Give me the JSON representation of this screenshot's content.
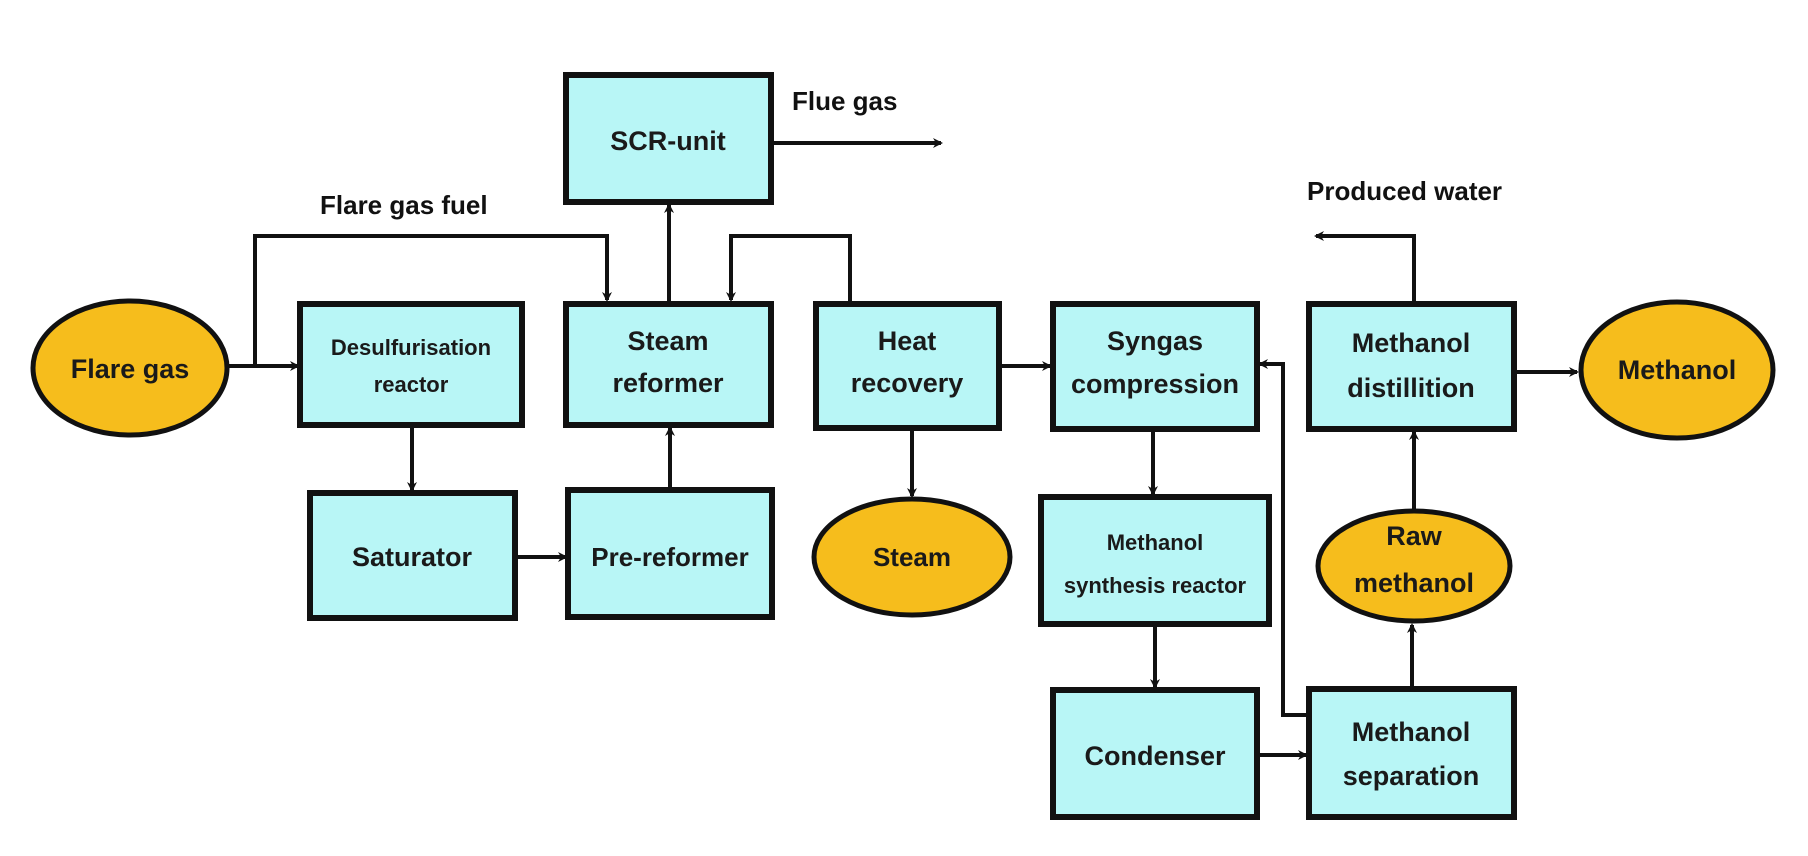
{
  "nodes": {
    "flare_gas": {
      "lines": [
        "Flare gas"
      ],
      "shape": "ellipse"
    },
    "desulfurisation": {
      "lines": [
        "Desulfurisation",
        "reactor"
      ],
      "shape": "box"
    },
    "scr_unit": {
      "lines": [
        "SCR-unit"
      ],
      "shape": "box"
    },
    "steam_reformer": {
      "lines": [
        "Steam",
        "reformer"
      ],
      "shape": "box"
    },
    "saturator": {
      "lines": [
        "Saturator"
      ],
      "shape": "box"
    },
    "pre_reformer": {
      "lines": [
        "Pre-reformer"
      ],
      "shape": "box"
    },
    "heat_recovery": {
      "lines": [
        "Heat",
        "recovery"
      ],
      "shape": "box"
    },
    "steam": {
      "lines": [
        "Steam"
      ],
      "shape": "ellipse"
    },
    "syngas_compression": {
      "lines": [
        "Syngas",
        "compression"
      ],
      "shape": "box"
    },
    "methanol_synthesis": {
      "lines": [
        "Methanol",
        "synthesis reactor"
      ],
      "shape": "box"
    },
    "condenser": {
      "lines": [
        "Condenser"
      ],
      "shape": "box"
    },
    "methanol_separation": {
      "lines": [
        "Methanol",
        "separation"
      ],
      "shape": "box"
    },
    "raw_methanol": {
      "lines": [
        "Raw",
        "methanol"
      ],
      "shape": "ellipse"
    },
    "methanol_distillation": {
      "lines": [
        "Methanol",
        "distillition"
      ],
      "shape": "box"
    },
    "methanol": {
      "lines": [
        "Methanol"
      ],
      "shape": "ellipse"
    }
  },
  "labels": {
    "flare_gas_fuel": "Flare gas fuel",
    "flue_gas": "Flue gas",
    "produced_water": "Produced water"
  },
  "edges": [
    [
      "flare_gas",
      "desulfurisation"
    ],
    [
      "flare_gas",
      "steam_reformer",
      "Flare gas fuel"
    ],
    [
      "desulfurisation",
      "saturator"
    ],
    [
      "saturator",
      "pre_reformer"
    ],
    [
      "pre_reformer",
      "steam_reformer"
    ],
    [
      "steam_reformer",
      "scr_unit"
    ],
    [
      "scr_unit",
      "Flue gas"
    ],
    [
      "heat_recovery",
      "steam_reformer"
    ],
    [
      "heat_recovery",
      "steam"
    ],
    [
      "heat_recovery",
      "syngas_compression"
    ],
    [
      "syngas_compression",
      "methanol_synthesis"
    ],
    [
      "methanol_synthesis",
      "condenser"
    ],
    [
      "condenser",
      "methanol_separation"
    ],
    [
      "methanol_separation",
      "syngas_compression"
    ],
    [
      "methanol_separation",
      "raw_methanol"
    ],
    [
      "raw_methanol",
      "methanol_distillation"
    ],
    [
      "methanol_distillation",
      "methanol"
    ],
    [
      "methanol_distillation",
      "Produced water"
    ]
  ],
  "colors": {
    "box_fill": "#b8f6f6",
    "ellipse_fill": "#f6bd1c",
    "stroke": "#111111"
  }
}
